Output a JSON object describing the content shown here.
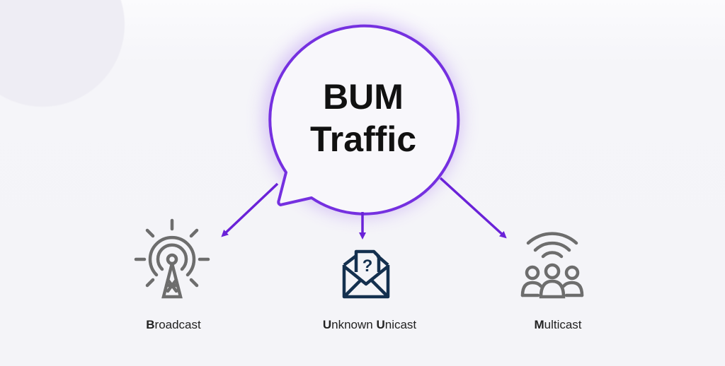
{
  "title": {
    "line1": "BUM",
    "line2": "Traffic"
  },
  "items": [
    {
      "initial": "B",
      "rest": "roadcast",
      "icon": "broadcast-tower-icon"
    },
    {
      "initial1": "U",
      "rest1": "nknown ",
      "initial2": "U",
      "rest2": "nicast",
      "icon": "envelope-question-icon"
    },
    {
      "initial": "M",
      "rest": "ulticast",
      "icon": "group-wifi-icon"
    }
  ],
  "colors": {
    "accent": "#6a22d8",
    "icon_gray": "#6d6d6d",
    "icon_navy": "#14304f"
  }
}
